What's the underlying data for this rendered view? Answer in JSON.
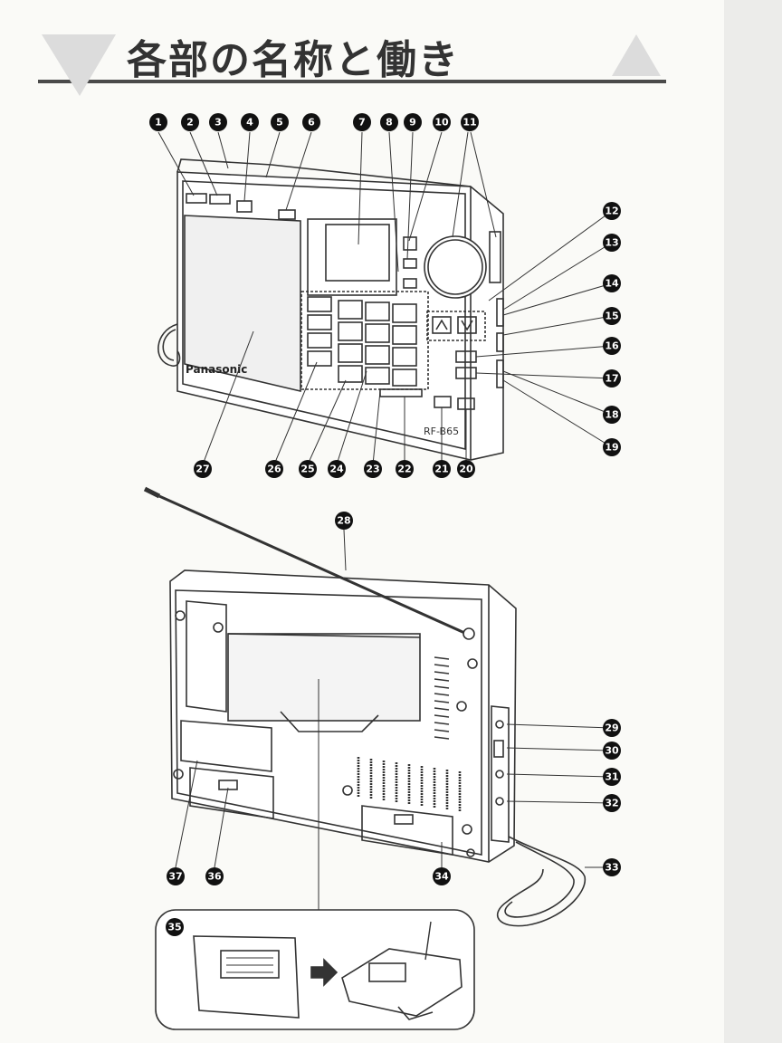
{
  "page": {
    "title": "各部の名称と働き"
  },
  "brand": {
    "maker": "Panasonic",
    "model": "RF-B65"
  },
  "callouts": {
    "front": [
      "1",
      "2",
      "3",
      "4",
      "5",
      "6",
      "7",
      "8",
      "9",
      "10",
      "11",
      "12",
      "13",
      "14",
      "15",
      "16",
      "17",
      "18",
      "19",
      "20",
      "21",
      "22",
      "23",
      "24",
      "25",
      "26",
      "27"
    ],
    "back": [
      "28",
      "29",
      "30",
      "31",
      "32",
      "33",
      "34",
      "36",
      "37"
    ],
    "inset": "35"
  }
}
